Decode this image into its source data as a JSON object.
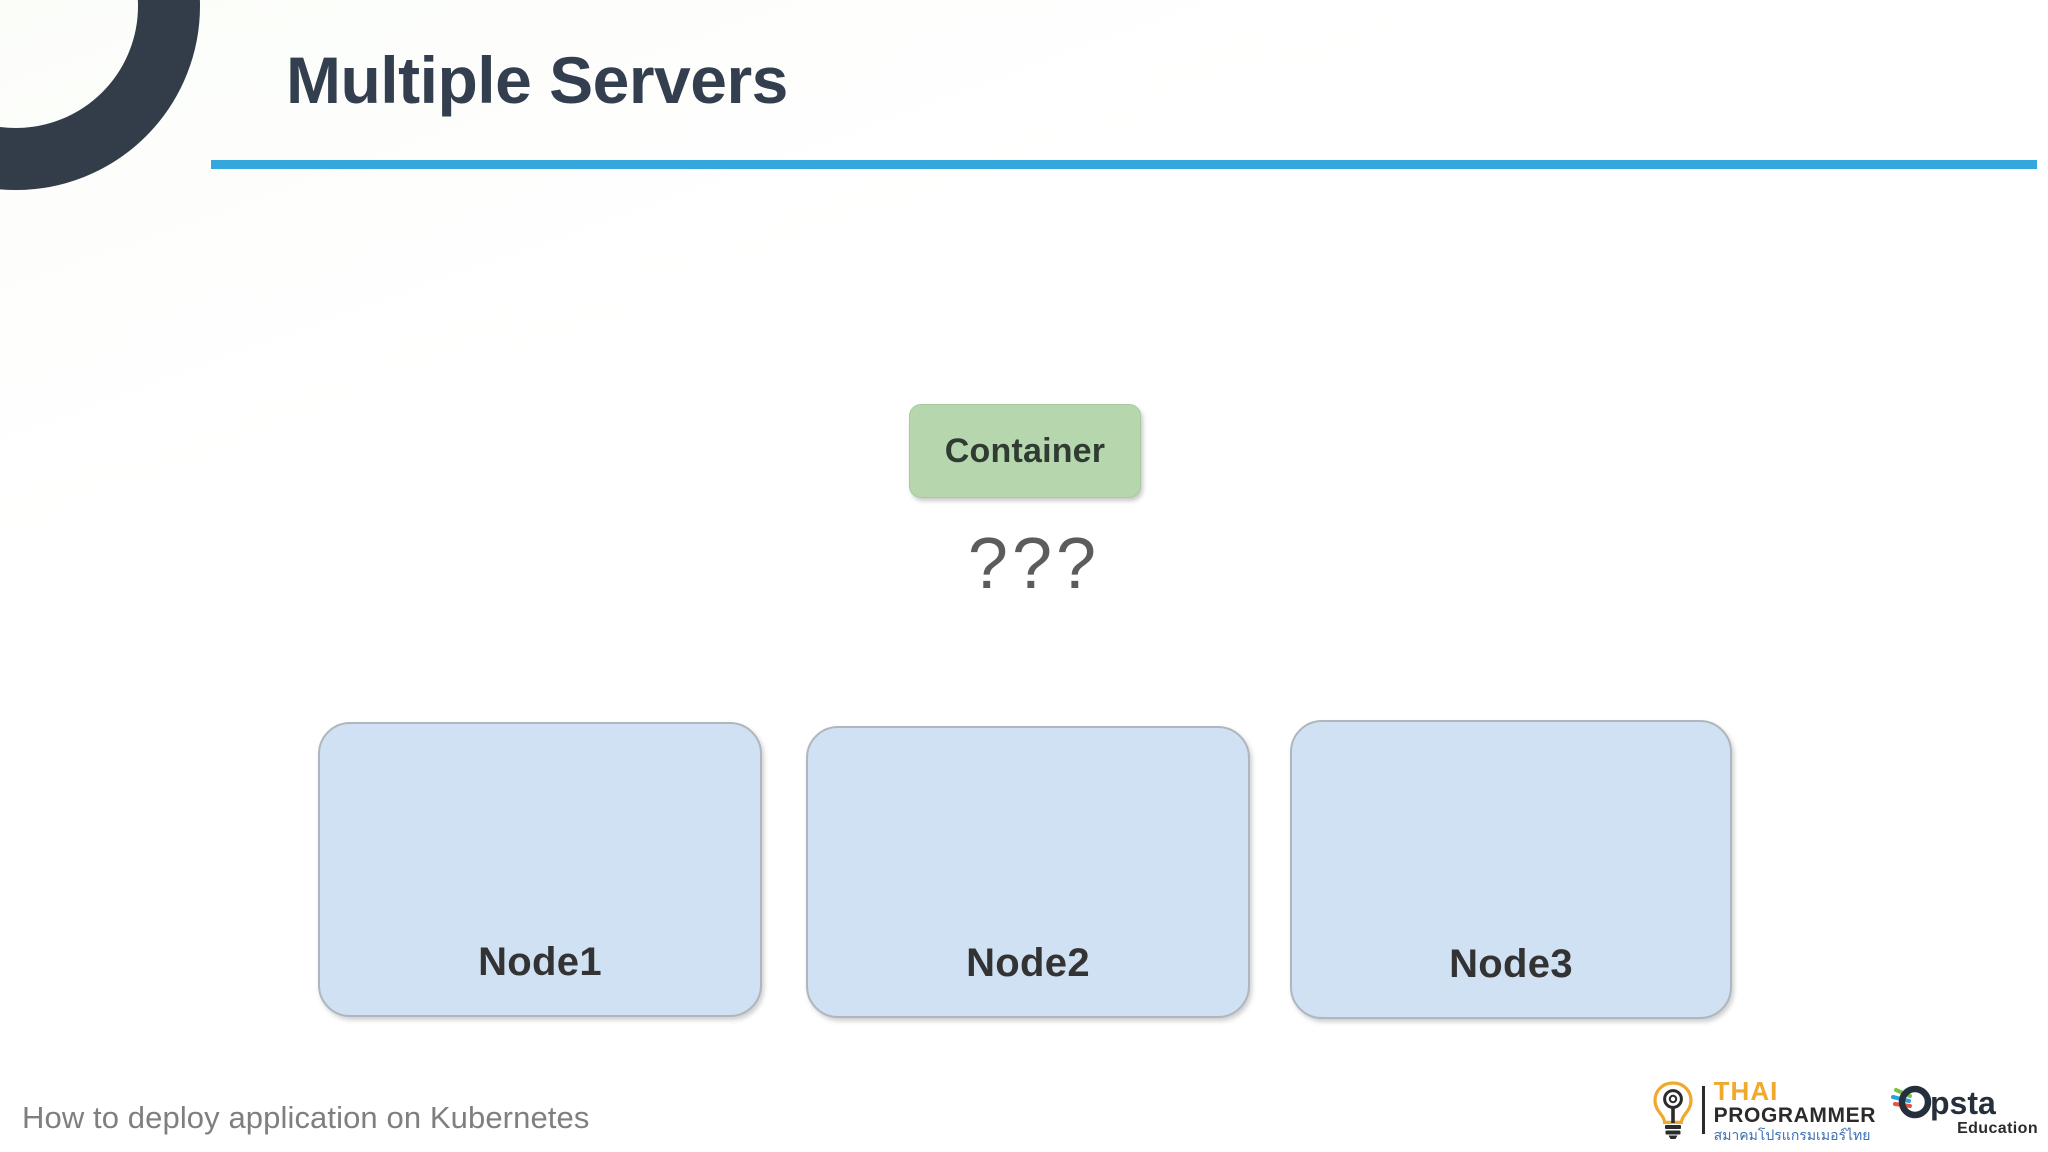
{
  "slide": {
    "title": "Multiple Servers",
    "background_color": "#ffffff",
    "accent_rule_color": "#34a8dd",
    "corner_arc_color": "#333d4a"
  },
  "diagram": {
    "container": {
      "label": "Container",
      "fill_color": "#b6d7ad"
    },
    "connector": {
      "label": "???",
      "color": "#5d5b5e"
    },
    "nodes": [
      {
        "label": "Node1",
        "fill_color": "#cfe1f2"
      },
      {
        "label": "Node2",
        "fill_color": "#cfe1f2"
      },
      {
        "label": "Node3",
        "fill_color": "#cfe1f2"
      }
    ]
  },
  "footer": {
    "text": "How to deploy application on Kubernetes",
    "color": "#7f7f7f"
  },
  "logos": {
    "thai_programmer": {
      "line1": "THAI",
      "line2": "PROGRAMMER",
      "line3": "สมาคมโปรแกรมเมอร์ไทย",
      "accent_color": "#f0a92c"
    },
    "opsta": {
      "wordmark": "Opsta",
      "tagline": "Education"
    }
  }
}
